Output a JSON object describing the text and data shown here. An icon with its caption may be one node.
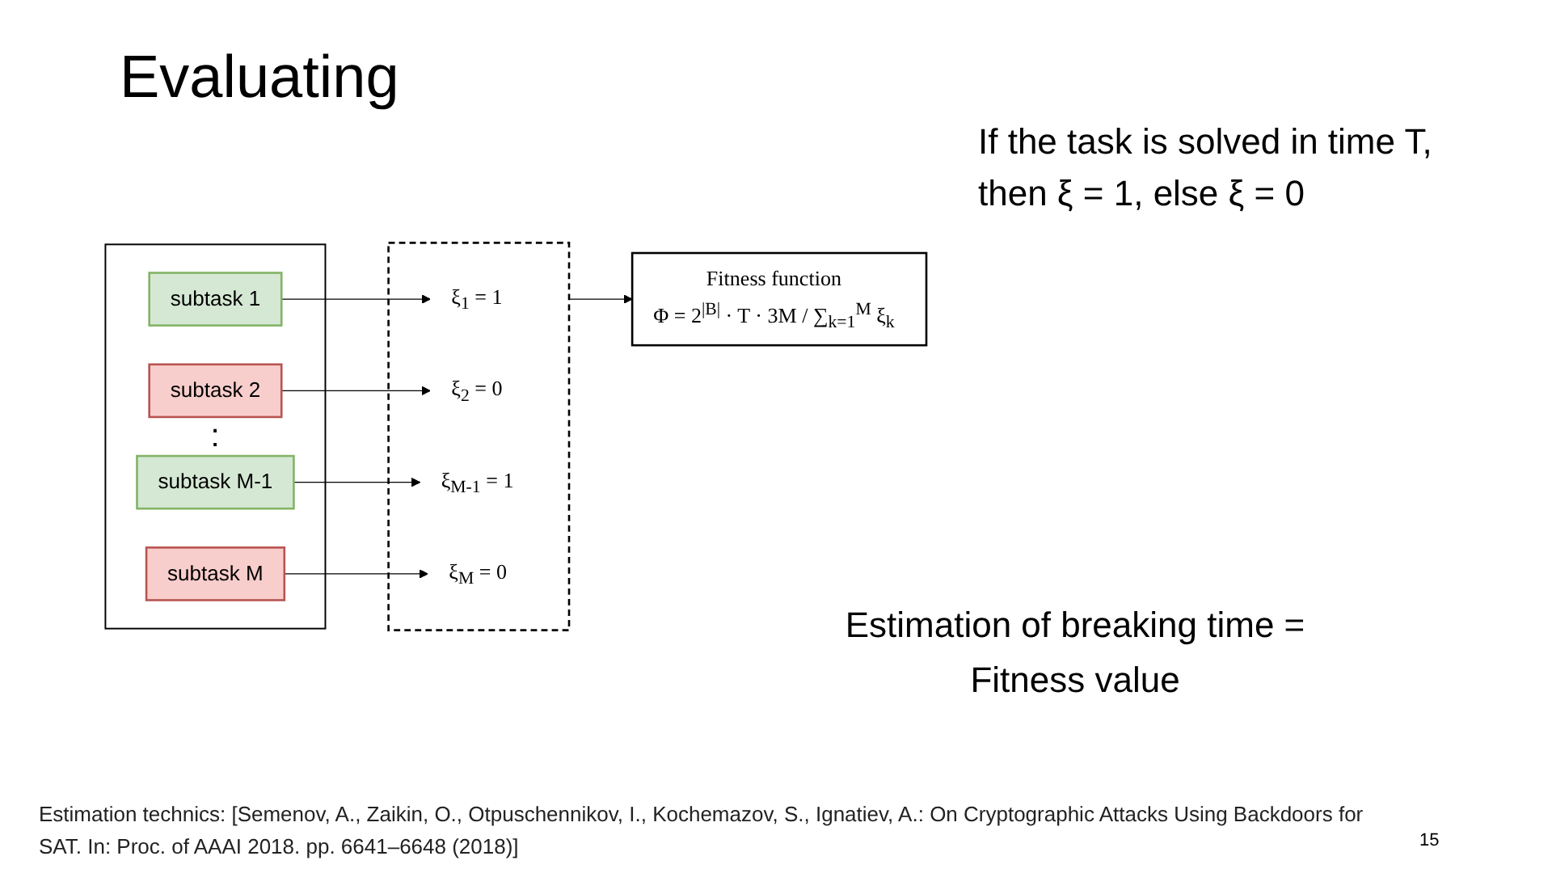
{
  "diagram": {
    "title": "Evaluating",
    "caption": "Estimation technics: [Semenov, A., Zaikin, O., Otpuschennikov, I., Kochemazov, S., Ignatiev, A.: On Cryptographic Attacks Using Backdoors for SAT. In: Proc. of AAAI 2018. pp. 6641–6648 (2018)]",
    "nodes": [
      {
        "text": [],
        "shape": "box"
      },
      {
        "text": [
          "subtask 1"
        ],
        "in": 0
      },
      {
        "text": [
          "subtask 2"
        ],
        "in": 0
      },
      {
        "text": [
          "subtask M-1"
        ],
        "in": 0
      },
      {
        "text": [
          "subtask M"
        ],
        "in": 0
      },
      {
        "text": [],
        "shape": "box"
      },
      {
        "text": [
          "ξ$_{1}$ = 1"
        ],
        "in": 5
      },
      {
        "text": [
          "ξ$_{2}$ = 0"
        ],
        "in": 5
      },
      {
        "text": [
          "ξ$_{M-1}$ = 1"
        ],
        "in": 5
      },
      {
        "text": [
          "ξ$_{M}$ = 0"
        ],
        "in": 5
      },
      {
        "text": [
          "Fitness function",
          "Φ = 2$^{|B|}$ · T · 3M / ∑$_{k=1}$$^{M}$ ξ$_{k}$"
        ]
      }
    ],
    "edges": [
      {
        "from": 1,
        "to": 6,
        "arrow": "to"
      },
      {
        "from": 2,
        "to": 7,
        "arrow": "to"
      },
      {
        "from": 3,
        "to": 8,
        "arrow": "to"
      },
      {
        "from": 4,
        "to": 9,
        "arrow": "to"
      },
      {
        "from": 5,
        "to": 10,
        "arrow": "to"
      }
    ],
    "labels": [
      "If the task is solved in time T, then ξ = 1, else ξ = 0",
      ":",
      "Estimation of breaking time = Fitness value",
      "15"
    ]
  }
}
